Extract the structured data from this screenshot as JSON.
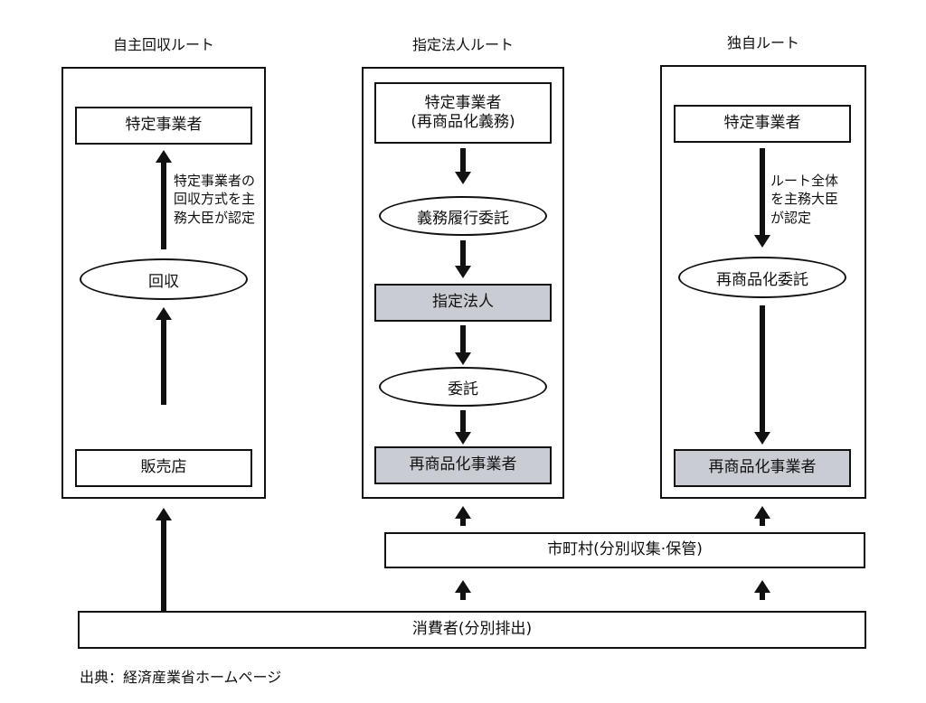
{
  "routes": {
    "self": {
      "title": "自主回収ルート",
      "top_box": "特定事業者",
      "note_lines": [
        "特定事業者の",
        "回収方式を主",
        "務大臣が認定"
      ],
      "collect": "回収",
      "store": "販売店"
    },
    "designated": {
      "title": "指定法人ルート",
      "top_box_line1": "特定事業者",
      "top_box_line2": "(再商品化義務)",
      "delegation": "義務履行委託",
      "designated_corp": "指定法人",
      "consignment": "委託",
      "recycler": "再商品化事業者"
    },
    "independent": {
      "title": "独自ルート",
      "top_box": "特定事業者",
      "note_lines": [
        "ルート全体",
        "を主務大臣",
        "が認定"
      ],
      "consignment": "再商品化委託",
      "recycler": "再商品化事業者"
    }
  },
  "municipality": "市町村(分別収集·保管)",
  "consumer": "消費者(分別排出)",
  "source": "出典：経済産業省ホームページ"
}
